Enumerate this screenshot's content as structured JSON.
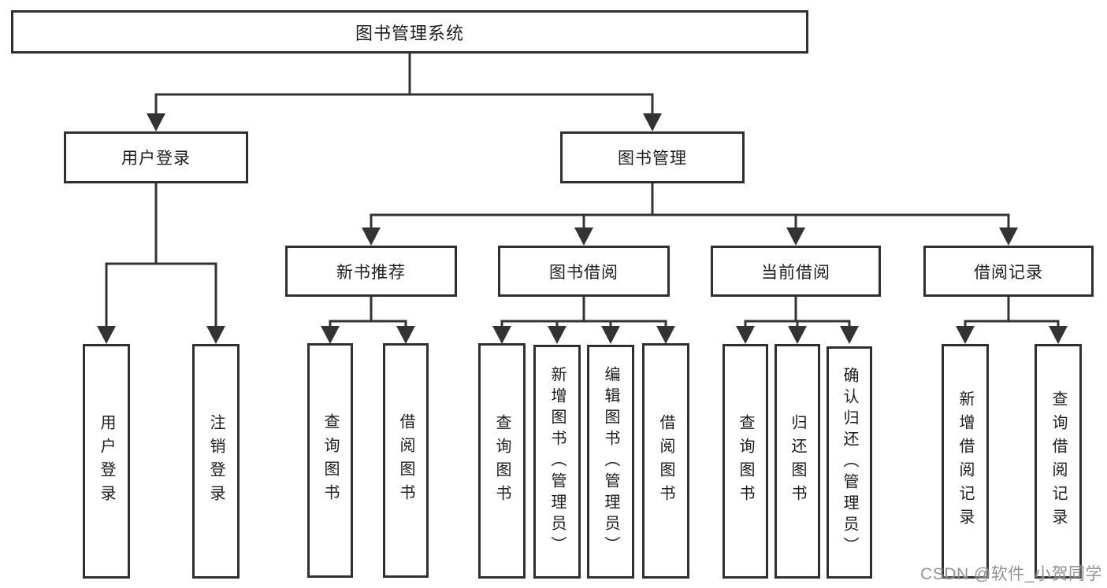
{
  "diagram_title": "图书管理系统",
  "tree": {
    "label": "图书管理系统",
    "children": [
      {
        "label": "用户登录",
        "children": [
          {
            "label": "用户登录"
          },
          {
            "label": "注销登录"
          }
        ]
      },
      {
        "label": "图书管理",
        "children": [
          {
            "label": "新书推荐",
            "children": [
              {
                "label": "查询图书"
              },
              {
                "label": "借阅图书"
              }
            ]
          },
          {
            "label": "图书借阅",
            "children": [
              {
                "label": "查询图书"
              },
              {
                "label": "新增图书（管理员）"
              },
              {
                "label": "编辑图书（管理员）"
              },
              {
                "label": "借阅图书"
              }
            ]
          },
          {
            "label": "当前借阅",
            "children": [
              {
                "label": "查询图书"
              },
              {
                "label": "归还图书"
              },
              {
                "label": "确认归还（管理员）"
              }
            ]
          },
          {
            "label": "借阅记录",
            "children": [
              {
                "label": "新增借阅记录"
              },
              {
                "label": "查询借阅记录"
              }
            ]
          }
        ]
      }
    ]
  },
  "watermark": {
    "text": "CSDN @软件_小贺同学"
  },
  "colors": {
    "line": "#333333",
    "box_border": "#2f2f2f",
    "text": "#1c1c1c",
    "background": "#ffffff",
    "watermark": "#7a7a7a"
  }
}
